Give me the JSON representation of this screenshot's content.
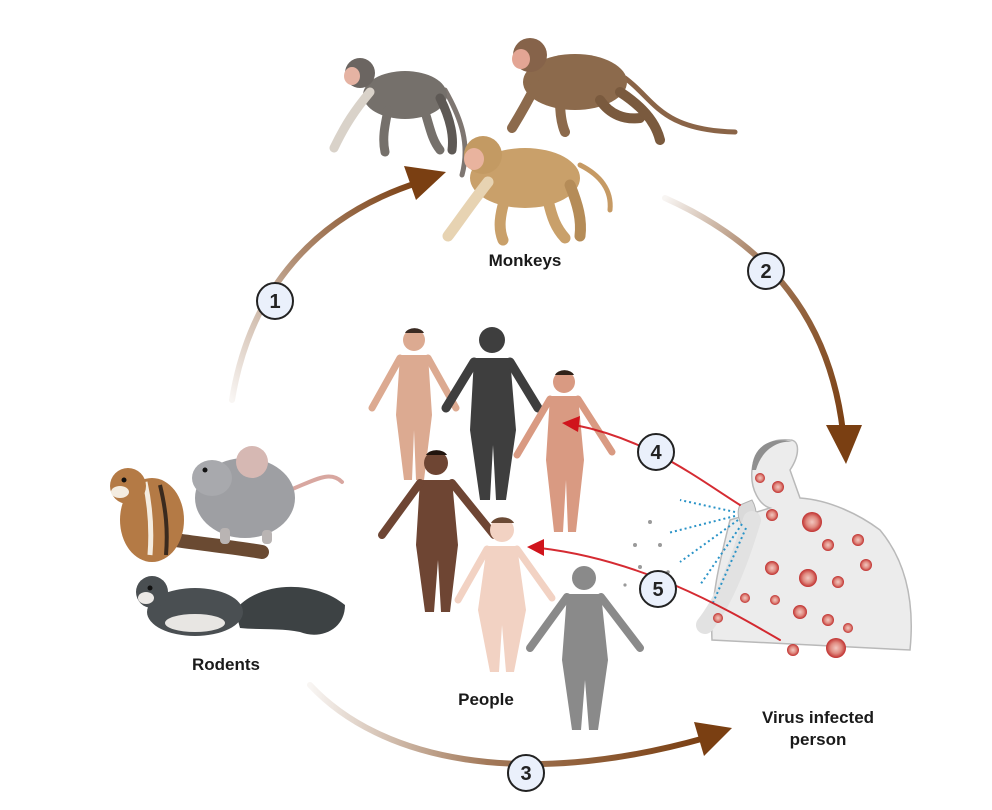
{
  "labels": {
    "monkeys": "Monkeys",
    "rodents": "Rodents",
    "people": "People",
    "infected_line1": "Virus infected",
    "infected_line2": "person"
  },
  "steps": [
    "1",
    "2",
    "3",
    "4",
    "5"
  ],
  "colors": {
    "cycle_arrow": "#7a3f12",
    "transmission_arrow": "#d0141c",
    "droplet": "#2a93c7",
    "lesion": "#c73a3a"
  }
}
